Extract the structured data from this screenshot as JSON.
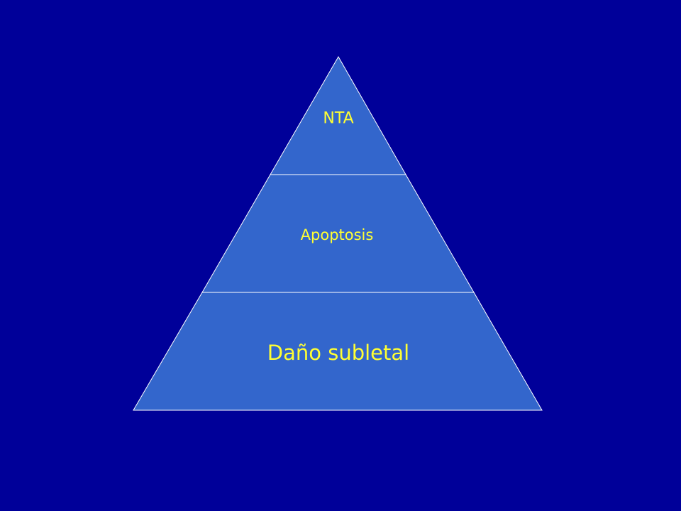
{
  "colors": {
    "background": "#000099",
    "tier_fill": "#3366cc",
    "outline": "#ffffff",
    "text": "#ffff33"
  },
  "pyramid": {
    "tiers": [
      {
        "label": "NTA"
      },
      {
        "label": "Apoptosis"
      },
      {
        "label": "Daño subletal"
      }
    ]
  }
}
